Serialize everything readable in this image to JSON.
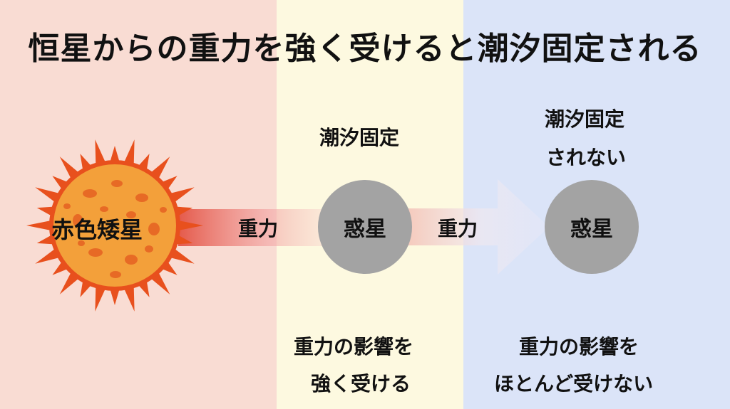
{
  "title": "恒星からの重力を強く受けると潮汐固定される",
  "star": {
    "label": "赤色矮星"
  },
  "arrow1": {
    "label": "重力"
  },
  "arrow2": {
    "label": "重力"
  },
  "planet1": {
    "label": "惑星",
    "state": "潮汐固定",
    "effect_line1": "重力の影響を",
    "effect_line2": "強く受ける"
  },
  "planet2": {
    "label": "惑星",
    "state_line1": "潮汐固定",
    "state_line2": "されない",
    "effect_line1": "重力の影響を",
    "effect_line2": "ほとんど受けない"
  },
  "colors": {
    "panel_left": "#f9dcd3",
    "panel_middle": "#fdf9e0",
    "panel_right": "#dbe4f8",
    "planet": "#a3a3a3",
    "star_outer": "#e8501d",
    "star_inner": "#f3a03a"
  }
}
